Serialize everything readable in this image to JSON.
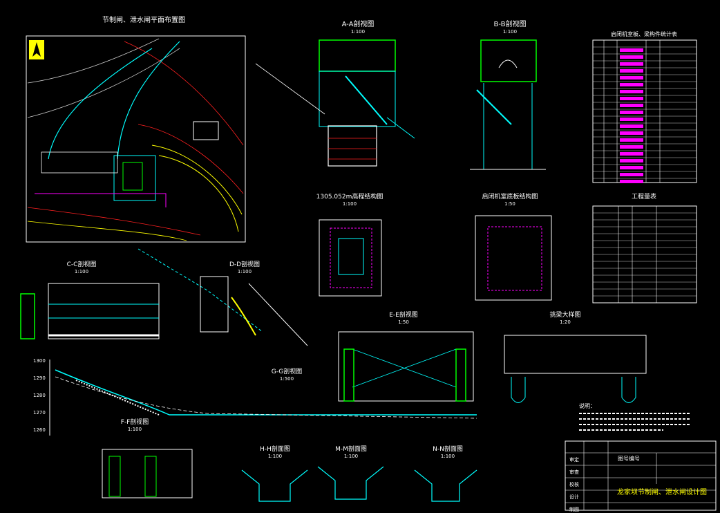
{
  "drawing": {
    "views": {
      "plan": "节制闸、泄水闸平面布置图",
      "aa": "A-A剖视图",
      "bb": "B-B剖视图",
      "elev": "1305.052m高程结构图",
      "hoist": "启闭机室底板结构图",
      "cc": "C-C剖视图",
      "dd": "D-D剖视图",
      "ee": "E-E剖视图",
      "detail": "挑梁大样图",
      "gg": "G-G剖视图",
      "ff": "F-F剖视图",
      "hh": "H-H剖面图",
      "mm": "M-M剖面图",
      "nn": "N-N剖面图"
    },
    "scales": {
      "s100": "1:100",
      "s50": "1:50",
      "s20": "1:20",
      "s500": "1:500"
    },
    "tables": {
      "rebar": "启闭机室板、梁构件统计表",
      "quantities": "工程量表"
    },
    "profile_elevations": [
      "1300",
      "1290",
      "1280",
      "1270",
      "1260"
    ],
    "notes_title": "说明：",
    "title_block": {
      "drawing_number_label": "图号编号",
      "project_title": "龙家坝节制闸、泄水闸设计图",
      "rows": [
        "审定",
        "审查",
        "校核",
        "设计",
        "制图"
      ]
    }
  },
  "colors": {
    "background": "#000000",
    "dimension": "#ff00ff",
    "structure": "#00ffff",
    "contour": "#ffff00",
    "highlight": "#00ff00",
    "text": "#ffffff",
    "terrain_red": "#ff2020"
  }
}
